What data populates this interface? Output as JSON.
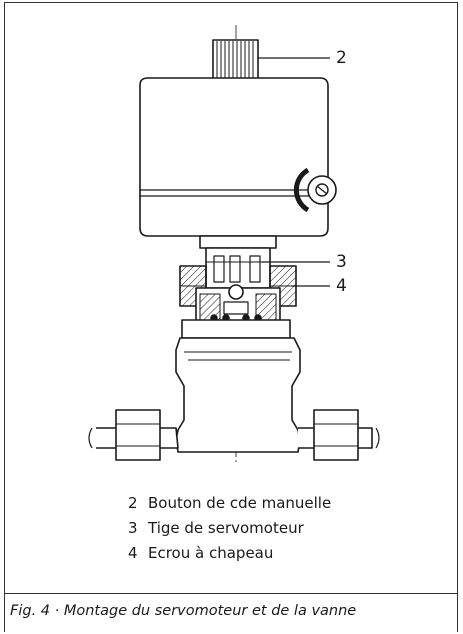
{
  "callouts": [
    {
      "number": "2"
    },
    {
      "number": "3"
    },
    {
      "number": "4"
    }
  ],
  "legend": [
    {
      "number": "2",
      "text": "Bouton de cde manuelle"
    },
    {
      "number": "3",
      "text": "Tige de servomoteur"
    },
    {
      "number": "4",
      "text": "Ecrou à chapeau"
    }
  ],
  "caption": "Fig. 4 · Montage du servomoteur et de la vanne"
}
